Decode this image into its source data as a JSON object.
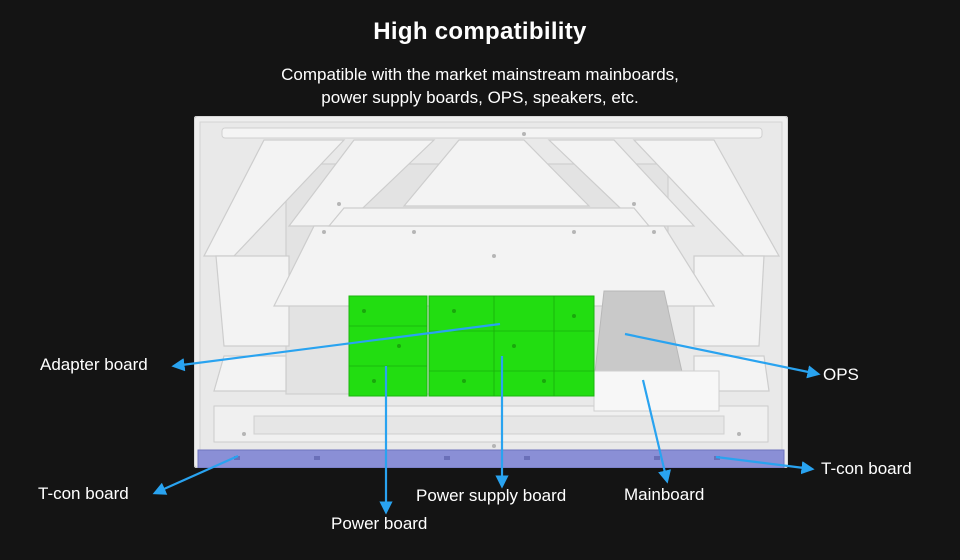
{
  "header": {
    "title": "High compatibility",
    "subtitle_line1": "Compatible with the market mainstream mainboards,",
    "subtitle_line2": "power supply boards, OPS, speakers, etc."
  },
  "callouts": {
    "adapter_board": "Adapter board",
    "ops": "OPS",
    "tcon_left": "T-con board",
    "tcon_right": "T-con board",
    "power_supply_board": "Power supply board",
    "mainboard": "Mainboard",
    "power_board": "Power board"
  },
  "colors": {
    "background": "#141414",
    "panel": "#eeeeee",
    "highlight_board": "#22dd11",
    "arrow": "#29a3f0",
    "tcon_strip": "#8a8fd6",
    "ops_slot": "#c9c9c9"
  }
}
